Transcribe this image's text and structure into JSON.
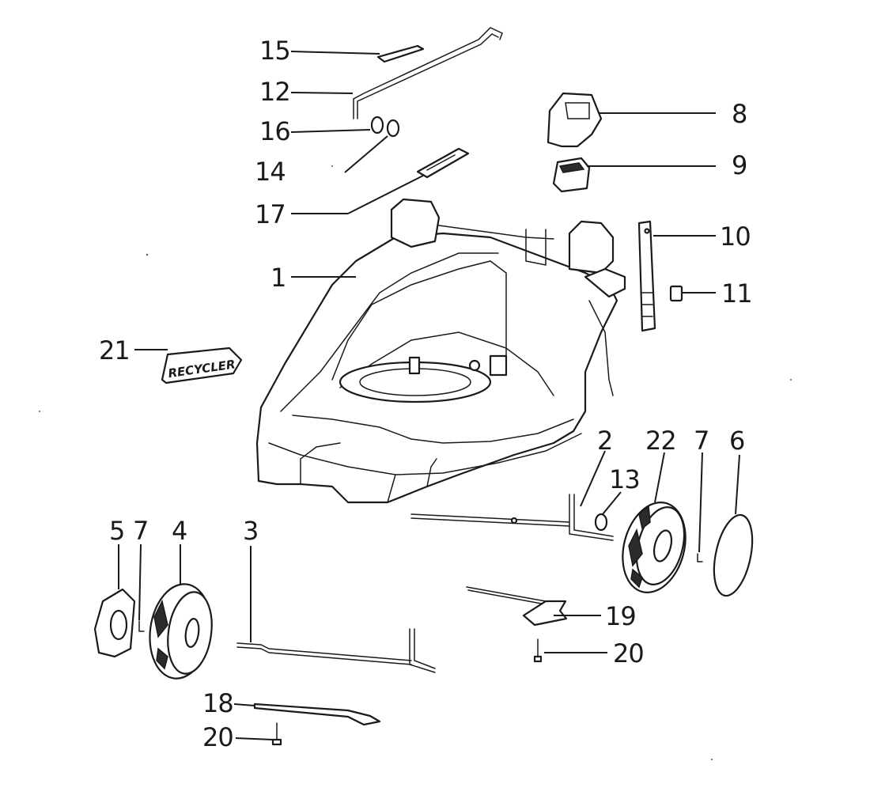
{
  "diagram": {
    "labels": {
      "l1": "1",
      "l2": "2",
      "l3": "3",
      "l4": "4",
      "l5": "5",
      "l6": "6",
      "l7a": "7",
      "l7b": "7",
      "l8": "8",
      "l9": "9",
      "l10": "10",
      "l11": "11",
      "l12": "12",
      "l13": "13",
      "l14": "14",
      "l15": "15",
      "l16": "16",
      "l17": "17",
      "l18": "18",
      "l19": "19",
      "l20a": "20",
      "l20b": "20",
      "l21": "21",
      "l22": "22"
    },
    "decal_text": "RECYCLER"
  }
}
